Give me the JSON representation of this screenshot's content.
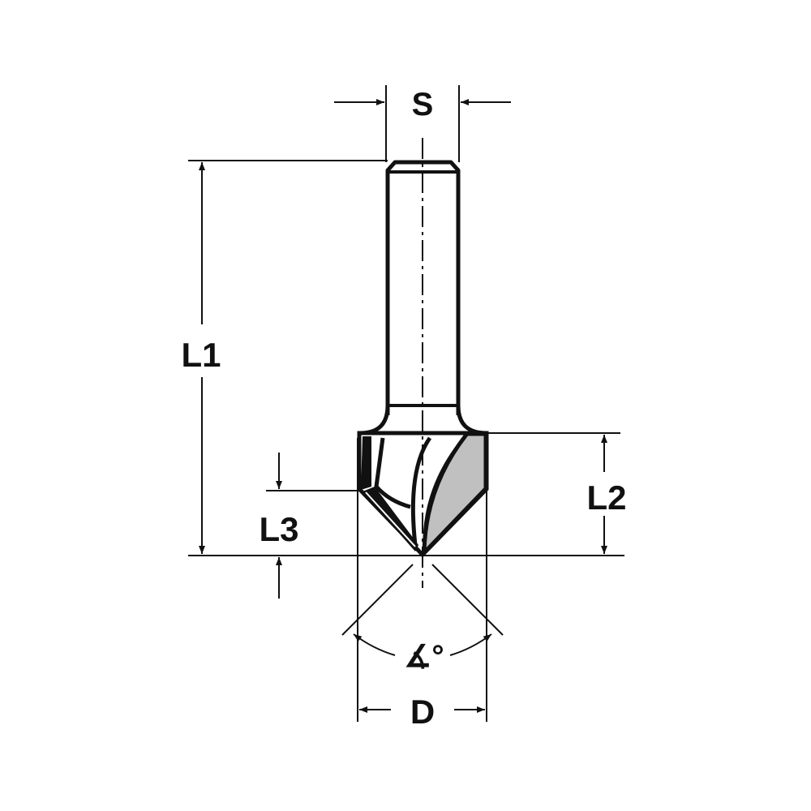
{
  "diagram": {
    "subject": "V-groove router bit",
    "colors": {
      "line": "#111111",
      "cutter_fill": "#c0c0c0",
      "background": "#ffffff"
    },
    "labels": {
      "shank_diameter": "S",
      "overall_length": "L1",
      "cutting_length": "L2",
      "l3": "L3",
      "cutting_diameter": "D",
      "angle": "∡°"
    }
  }
}
